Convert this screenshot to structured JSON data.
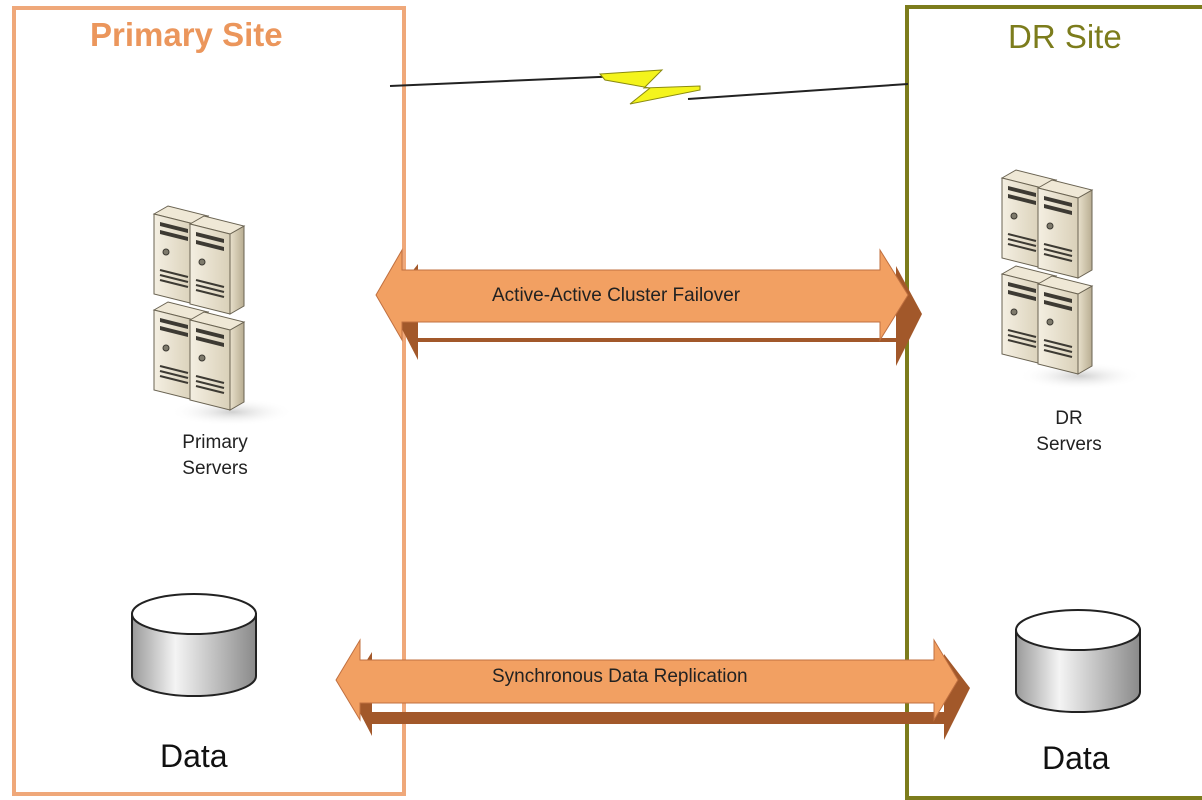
{
  "primary_site": {
    "title": "Primary Site",
    "servers_label_line1": "Primary",
    "servers_label_line2": "Servers",
    "data_label": "Data"
  },
  "dr_site": {
    "title": "DR Site",
    "servers_label_line1": "DR",
    "servers_label_line2": "Servers",
    "data_label": "Data"
  },
  "links": {
    "cluster_failover": "Active-Active Cluster Failover",
    "data_replication": "Synchronous Data Replication"
  },
  "colors": {
    "primary_border": "#EFA87A",
    "primary_title": "#EB965C",
    "dr_border": "#7C7C1C",
    "arrow_face": "#F2A062",
    "arrow_shadow": "#A2582A",
    "lightning": "#F4F41C"
  },
  "icons": {
    "server": "server-stack-icon",
    "database": "database-cylinder-icon",
    "wan_link": "lightning-link-icon"
  }
}
